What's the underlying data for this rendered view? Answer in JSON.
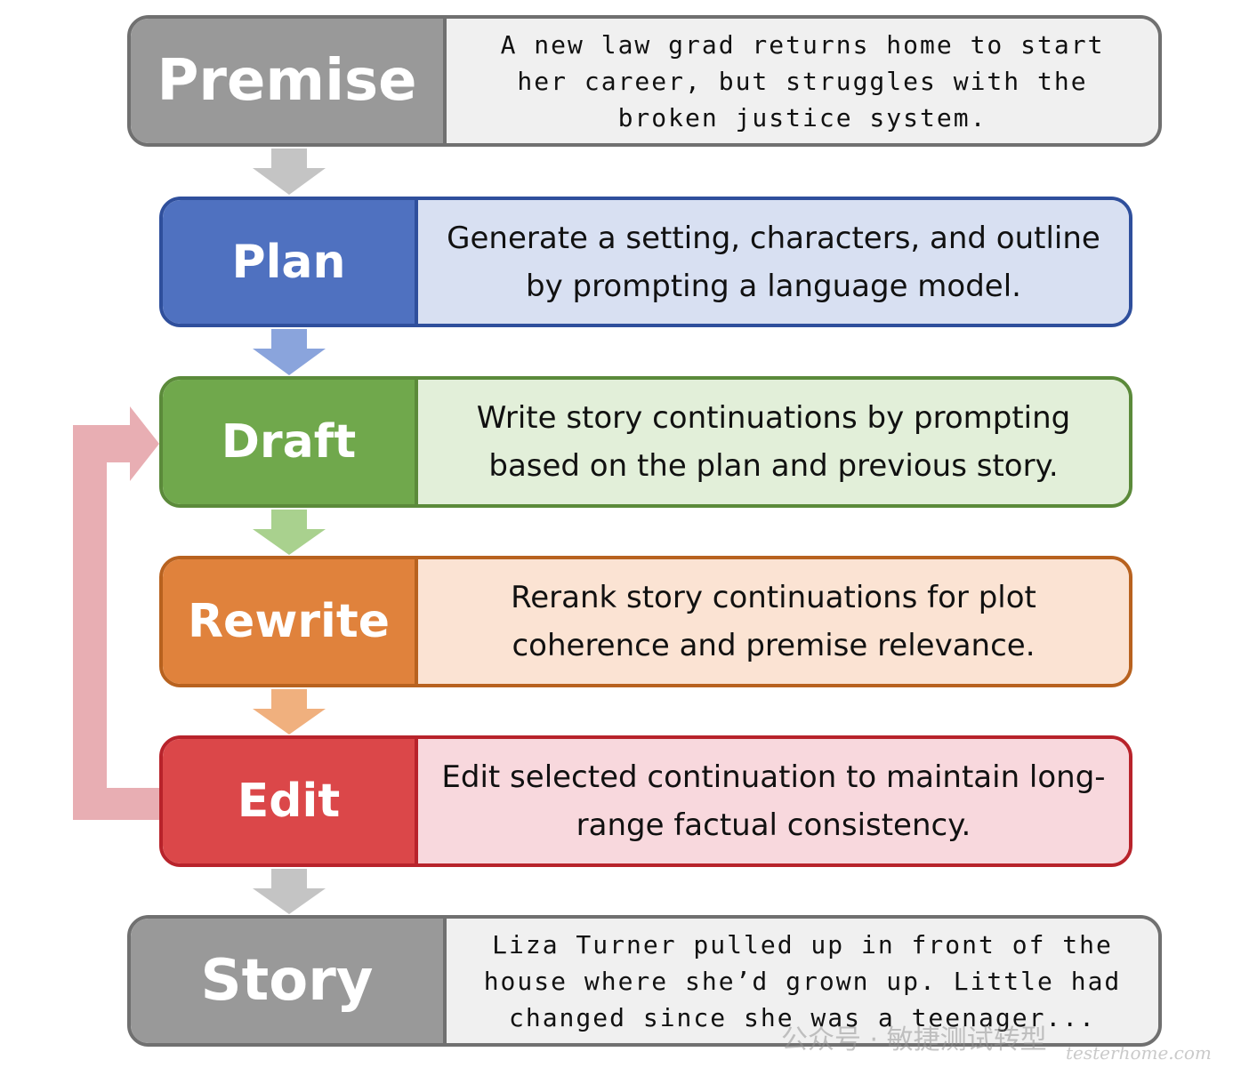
{
  "steps": {
    "premise": {
      "label": "Premise",
      "text": "A new law grad returns home to start\nher career, but struggles with the\nbroken justice system."
    },
    "plan": {
      "label": "Plan",
      "text": "Generate a setting, characters, and outline by prompting a language model."
    },
    "draft": {
      "label": "Draft",
      "text": "Write story continuations by prompting based on the plan and previous story."
    },
    "rewrite": {
      "label": "Rewrite",
      "text": "Rerank story continuations for plot coherence and premise relevance."
    },
    "edit": {
      "label": "Edit",
      "text": "Edit selected continuation to maintain long-range factual consistency."
    },
    "story": {
      "label": "Story",
      "text": "Liza Turner pulled up in front of the\nhouse where she’d grown up. Little had\nchanged since she was a teenager..."
    }
  },
  "colors": {
    "premise": "#999999",
    "plan": "#4f71c0",
    "draft": "#70a84c",
    "rewrite": "#e0823c",
    "edit": "#db4749",
    "story": "#999999",
    "loop_arrow": "#e8aeb3"
  },
  "watermark": {
    "text": "公众号 · 敏捷测试转型",
    "sub": "testerhome.com"
  }
}
